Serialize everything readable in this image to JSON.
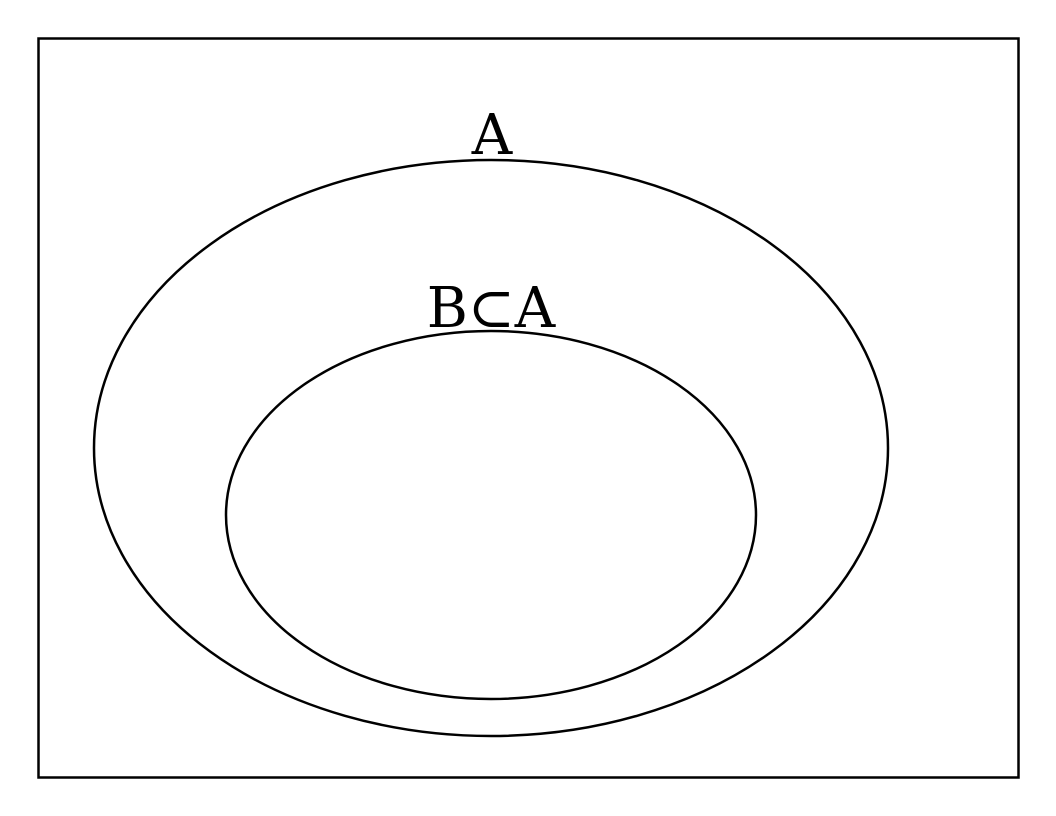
{
  "diagram": {
    "type": "venn-subset",
    "outer_set": {
      "label": "A"
    },
    "inner_set": {
      "label": "B⊂A"
    },
    "stroke_color": "#000000",
    "background_color": "#ffffff"
  }
}
